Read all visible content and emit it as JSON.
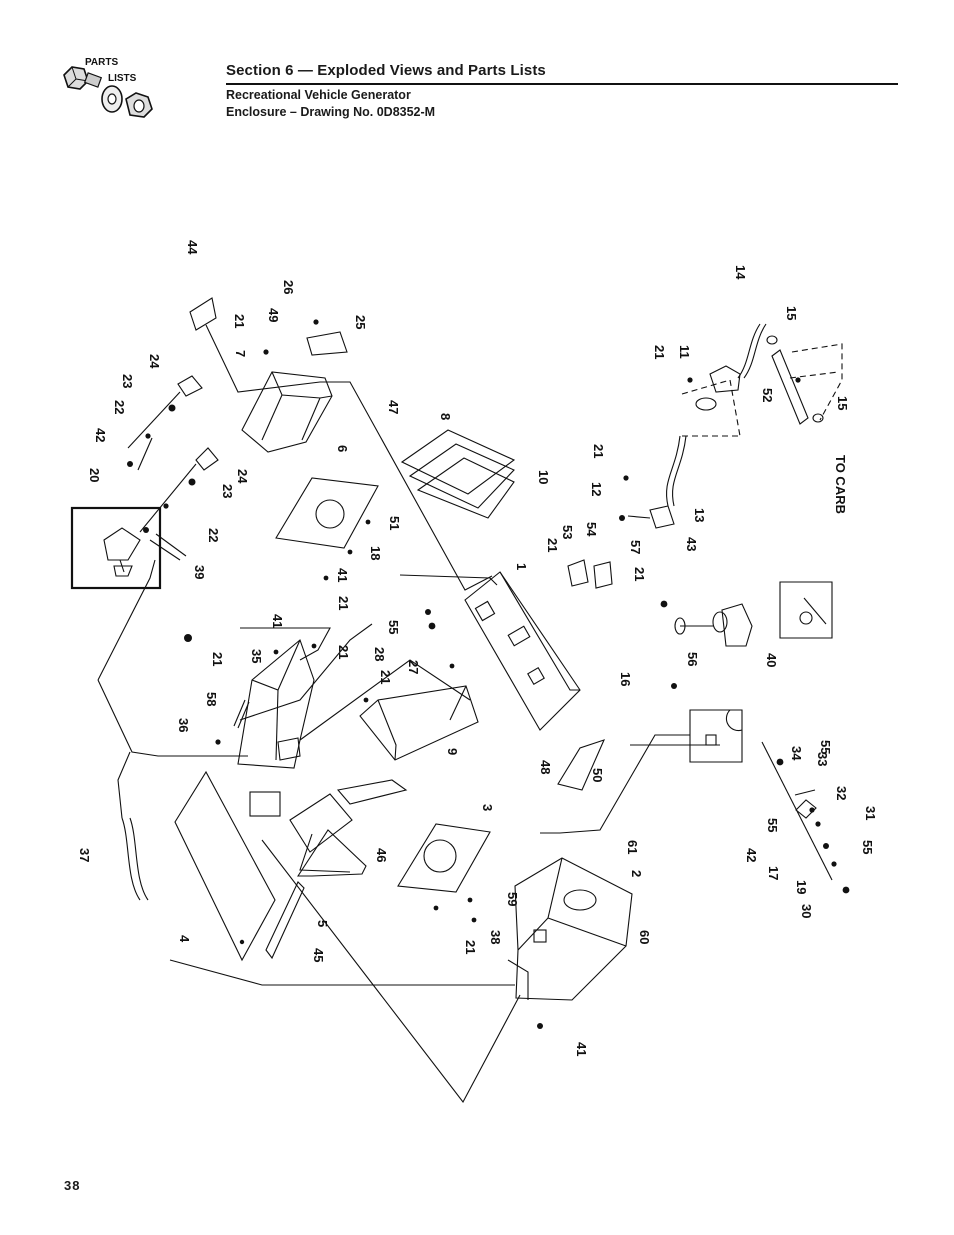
{
  "header": {
    "logo_line1": "PARTS",
    "logo_line2": "LISTS",
    "section_title": "Section 6 — Exploded Views and Parts Lists",
    "subtitle_line1": "Recreational Vehicle Generator",
    "subtitle_line2": "Enclosure – Drawing No. 0D8352-M"
  },
  "drawing": {
    "callouts": [
      "1",
      "2",
      "3",
      "4",
      "5",
      "6",
      "7",
      "8",
      "9",
      "10",
      "11",
      "12",
      "13",
      "14",
      "15",
      "15",
      "16",
      "17",
      "18",
      "19",
      "20",
      "21",
      "21",
      "21",
      "21",
      "21",
      "21",
      "21",
      "21",
      "21",
      "21",
      "22",
      "22",
      "23",
      "23",
      "24",
      "24",
      "25",
      "26",
      "27",
      "28",
      "30",
      "31",
      "32",
      "33",
      "34",
      "35",
      "36",
      "37",
      "38",
      "39",
      "40",
      "41",
      "41",
      "41",
      "42",
      "42",
      "43",
      "44",
      "45",
      "46",
      "47",
      "48",
      "49",
      "50",
      "51",
      "52",
      "53",
      "54",
      "55",
      "55",
      "55",
      "55",
      "56",
      "57",
      "58",
      "59",
      "60",
      "61"
    ],
    "to_carb_label": "TO CARB"
  },
  "footer": {
    "page_number": "38"
  }
}
